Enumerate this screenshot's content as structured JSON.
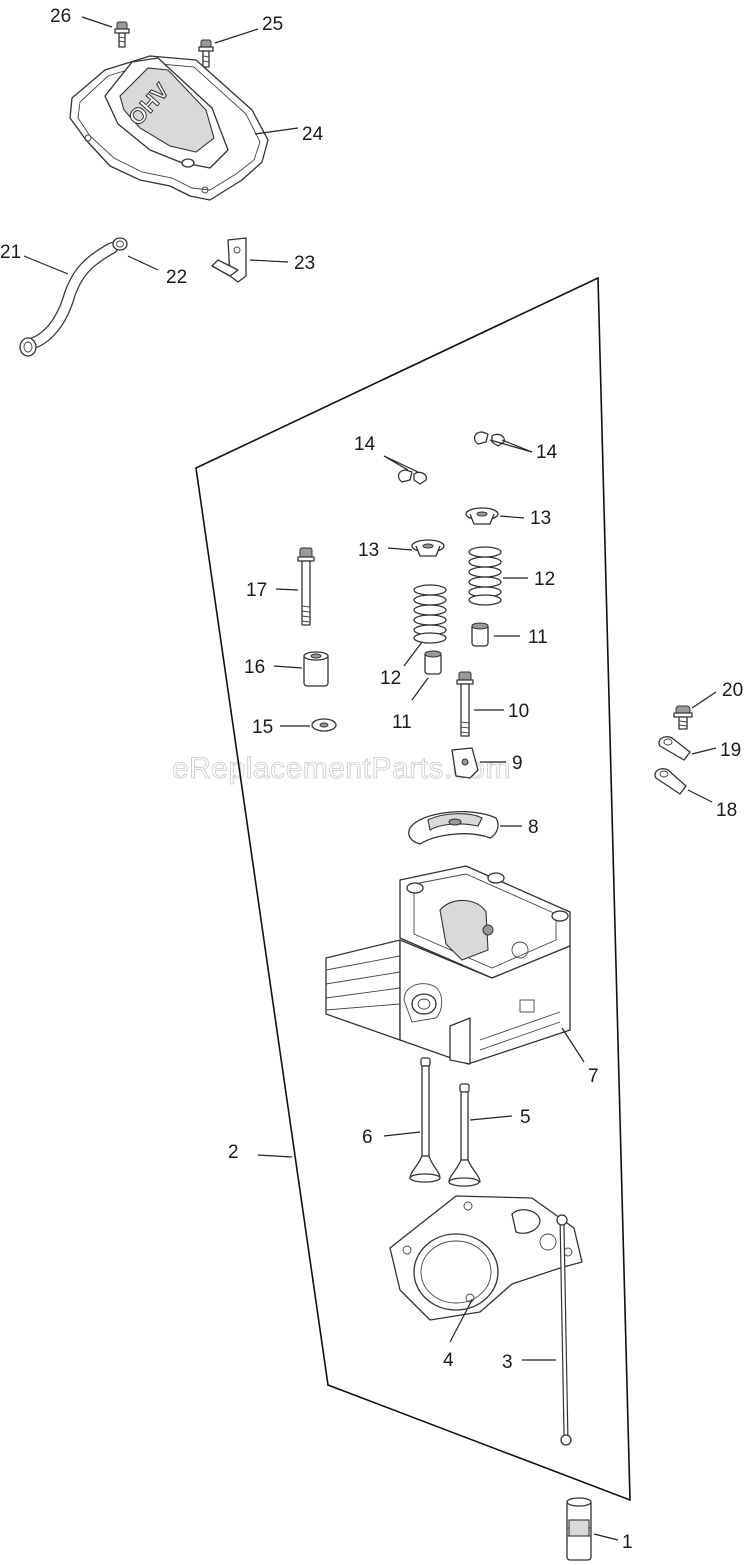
{
  "watermark": "eReplacementParts.com",
  "cover_stamp": "OHV",
  "callouts": {
    "c1": "1",
    "c2": "2",
    "c3": "3",
    "c4": "4",
    "c5": "5",
    "c6": "6",
    "c7": "7",
    "c8": "8",
    "c9": "9",
    "c10": "10",
    "c11a": "11",
    "c11b": "11",
    "c12a": "12",
    "c12b": "12",
    "c13a": "13",
    "c13b": "13",
    "c14a": "14",
    "c14b": "14",
    "c15": "15",
    "c16": "16",
    "c17": "17",
    "c18": "18",
    "c19": "19",
    "c20": "20",
    "c21": "21",
    "c22": "22",
    "c23": "23",
    "c24": "24",
    "c25": "25",
    "c26": "26"
  }
}
